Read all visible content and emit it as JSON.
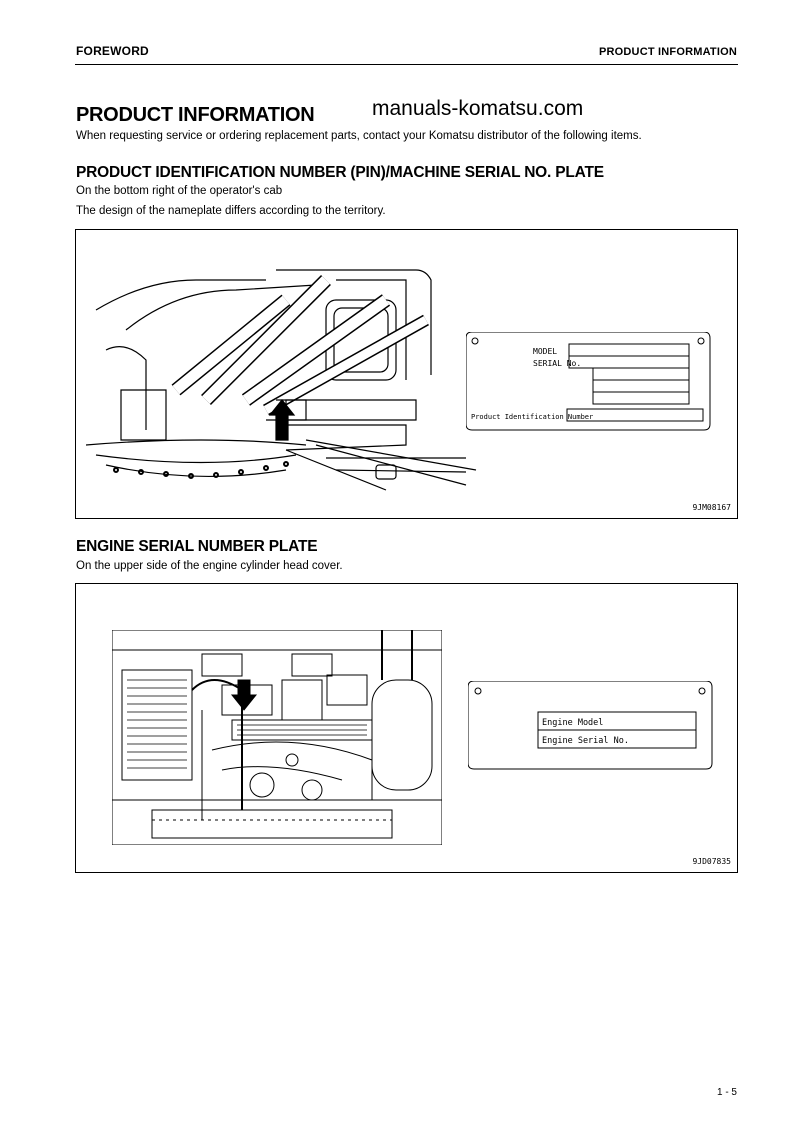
{
  "header": {
    "left": "FOREWORD",
    "right": "PRODUCT INFORMATION"
  },
  "watermark": "manuals-komatsu.com",
  "section": {
    "title": "PRODUCT INFORMATION",
    "intro": "When requesting service or ordering replacement parts, contact your Komatsu distributor of the following items."
  },
  "pin_plate": {
    "heading": "PRODUCT IDENTIFICATION NUMBER (PIN)/MACHINE SERIAL NO. PLATE",
    "line1": "On the bottom right of the operator's cab",
    "line2": "The design of the nameplate differs according to the territory.",
    "plate": {
      "model_label": "MODEL",
      "serial_label": "SERIAL No.",
      "pin_label": "Product Identification Number"
    },
    "figure_code": "9JM08167"
  },
  "engine_plate": {
    "heading": "ENGINE SERIAL NUMBER PLATE",
    "line1": "On the upper side of the engine cylinder head cover.",
    "plate": {
      "model_label": "Engine Model",
      "serial_label": "Engine Serial No."
    },
    "figure_code": "9JD07835"
  },
  "footer": {
    "page_number": "1 - 5"
  }
}
